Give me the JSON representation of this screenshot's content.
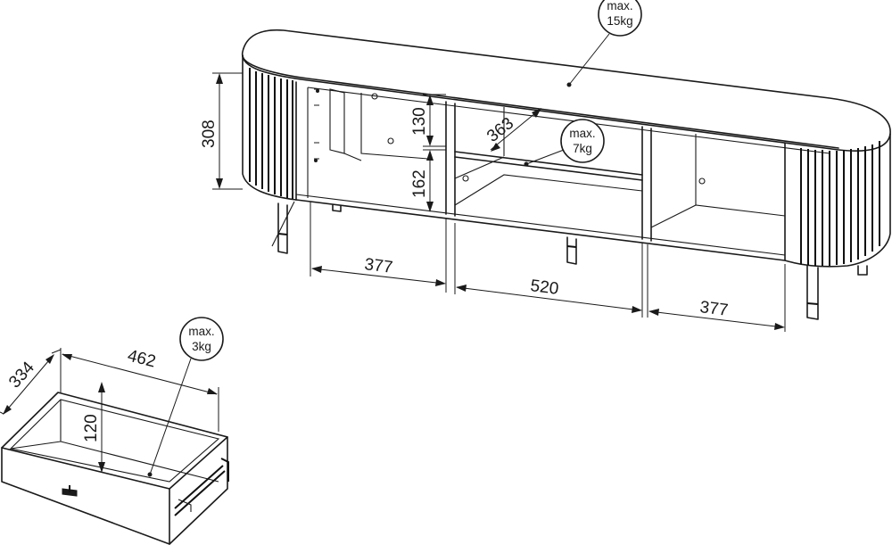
{
  "dimensions": {
    "height_total": "308",
    "shelf_upper": "130",
    "shelf_lower": "162",
    "shelf_depth": "363",
    "left_width": "377",
    "center_width": "520",
    "right_width": "377",
    "drawer_depth": "334",
    "drawer_width": "462",
    "drawer_height": "120"
  },
  "load_limits": {
    "top": {
      "line1": "max.",
      "line2": "15kg"
    },
    "shelf": {
      "line1": "max.",
      "line2": "7kg"
    },
    "drawer": {
      "line1": "max.",
      "line2": "3kg"
    }
  }
}
